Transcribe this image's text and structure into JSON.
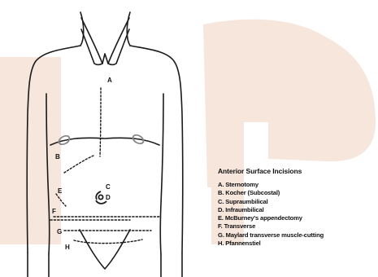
{
  "figure": {
    "point_labels": [
      {
        "id": "A",
        "text": "A"
      },
      {
        "id": "B",
        "text": "B"
      },
      {
        "id": "C",
        "text": "C"
      },
      {
        "id": "D",
        "text": "D"
      },
      {
        "id": "E",
        "text": "E"
      },
      {
        "id": "F",
        "text": "F"
      },
      {
        "id": "G",
        "text": "G"
      },
      {
        "id": "H",
        "text": "H"
      }
    ]
  },
  "legend": {
    "title": "Anterior Surface Incisions",
    "items": [
      "A. Sternotomy",
      "B. Kocher (Subcostal)",
      "C. Supraumbilical",
      "D. Infraumbilical",
      "E. McBurney's appendectomy",
      "F. Transverse",
      "G. Maylard transverse muscle-cutting",
      "H. Pfannenstiel"
    ]
  },
  "colors": {
    "outline": "#1a1a1a",
    "watermark": "#f6e4da",
    "incision": "#1a1a1a"
  }
}
